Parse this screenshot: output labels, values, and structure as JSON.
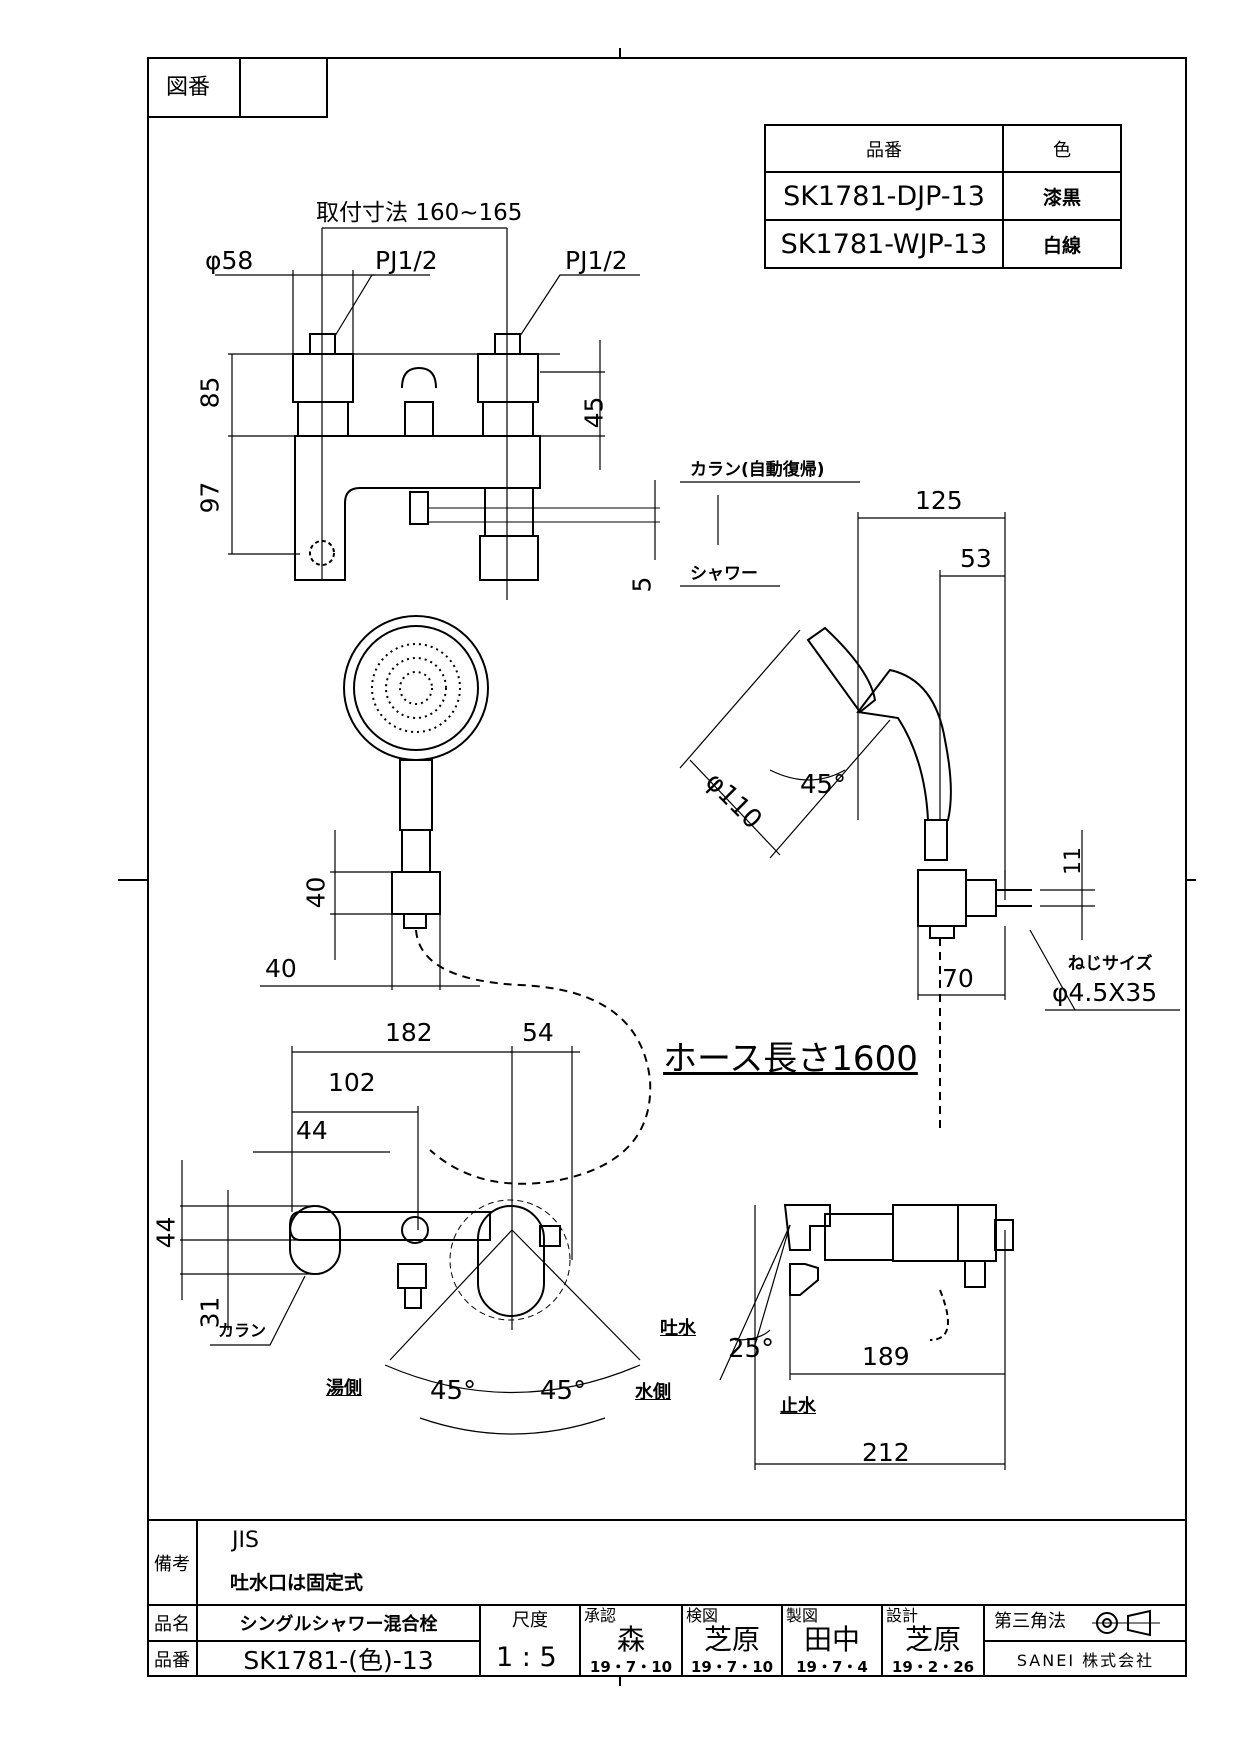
{
  "drawing_no_label": "図番",
  "drawing_no_value": "",
  "color_table": {
    "headers": {
      "part_no": "品番",
      "color": "色"
    },
    "rows": [
      {
        "part_no": "SK1781-DJP-13",
        "color": "漆黒"
      },
      {
        "part_no": "SK1781-WJP-13",
        "color": "白線"
      }
    ]
  },
  "dims": {
    "mount": "取付寸法 160~165",
    "d58": "φ58",
    "pj_left": "PJ1/2",
    "pj_right": "PJ1/2",
    "h85": "85",
    "h97": "97",
    "h45": "45",
    "h5": "5",
    "callan_auto": "カラン(自動復帰)",
    "shower": "シャワー",
    "d125": "125",
    "d53": "53",
    "d110": "φ110",
    "a45_head": "45°",
    "d11": "11",
    "screw_label": "ねじサイズ",
    "screw_size": "φ4.5X35",
    "d70": "70",
    "h40a": "40",
    "w40": "40",
    "hose": "ホース長さ1600",
    "d182": "182",
    "d54": "54",
    "d102": "102",
    "d44w": "44",
    "h44": "44",
    "h31": "31",
    "callan": "カラン",
    "hot_side": "湯側",
    "a45_left": "45°",
    "a45_right": "45°",
    "cold_side": "水側",
    "spout": "吐水",
    "a25": "25°",
    "d189": "189",
    "stop": "止水",
    "d212": "212"
  },
  "title_block": {
    "remarks_label": "備考",
    "remarks_1": "JIS",
    "remarks_2": "吐水口は固定式",
    "name_label": "品名",
    "name_value": "シングルシャワー混合栓",
    "partno_label": "品番",
    "partno_value": "SK1781-(色)-13",
    "scale_label": "尺度",
    "scale_value": "1 : 5",
    "approve_label": "承認",
    "approve_name": "森",
    "approve_date": "19・7・10",
    "check_label": "検図",
    "check_name": "芝原",
    "check_date": "19・7・10",
    "draw_label": "製図",
    "draw_name": "田中",
    "draw_date": "19・7・4",
    "design_label": "設計",
    "design_name": "芝原",
    "design_date": "19・2・26",
    "projection": "第三角法",
    "company": "SANEI 株式会社"
  }
}
